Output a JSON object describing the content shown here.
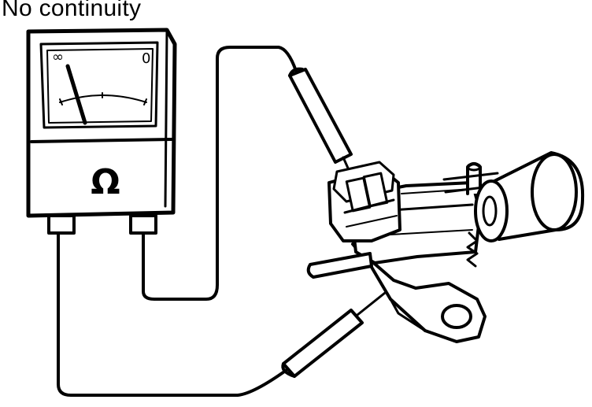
{
  "caption": "No continuity",
  "meter": {
    "scale_left": "∞",
    "scale_right": "0",
    "unit_symbol": "Ω"
  }
}
